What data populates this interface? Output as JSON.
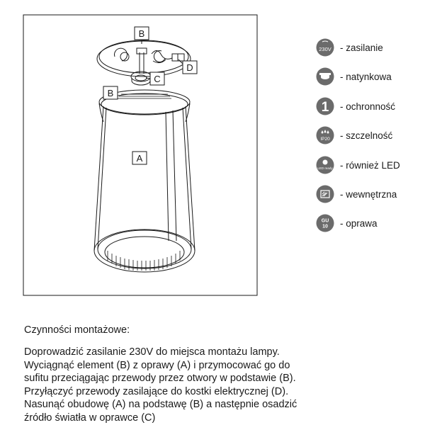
{
  "diagram": {
    "callouts": [
      "B",
      "D",
      "C",
      "B",
      "A"
    ]
  },
  "legend": [
    {
      "icon": "power-230v-icon",
      "icon_text": "230V",
      "label": "- zasilanie"
    },
    {
      "icon": "surface-mount-icon",
      "icon_text": "",
      "label": "- natynkowa"
    },
    {
      "icon": "protection-class-1-icon",
      "icon_text": "1",
      "label": "- ochronność"
    },
    {
      "icon": "ip20-icon",
      "icon_text": "IP20",
      "label": "- szczelność"
    },
    {
      "icon": "led-ready-icon",
      "icon_text": "LED ready",
      "label": "- również LED"
    },
    {
      "icon": "indoor-icon",
      "icon_text": "",
      "label": "- wewnętrzna"
    },
    {
      "icon": "gu10-icon",
      "icon_text": "GU 10",
      "label": "- oprawa"
    }
  ],
  "instructions": {
    "title": "Czynności montażowe:",
    "lines": [
      "Doprowadzić zasilanie 230V do miejsca montażu lampy.",
      "Wyciągnąć element (B) z oprawy (A) i przymocować go do",
      "sufitu przeciągając przewody  przez otwory w podstawie (B).",
      "Przyłączyć przewody zasilające do kostki elektrycznej (D).",
      "Nasunąć obudowę (A) na podstawę (B) a następnie osadzić",
      "źródło światła w oprawce (C)"
    ]
  },
  "colors": {
    "line": "#1a1a1a",
    "icon_fill": "#6b6b6b",
    "icon_fg": "#ffffff"
  }
}
